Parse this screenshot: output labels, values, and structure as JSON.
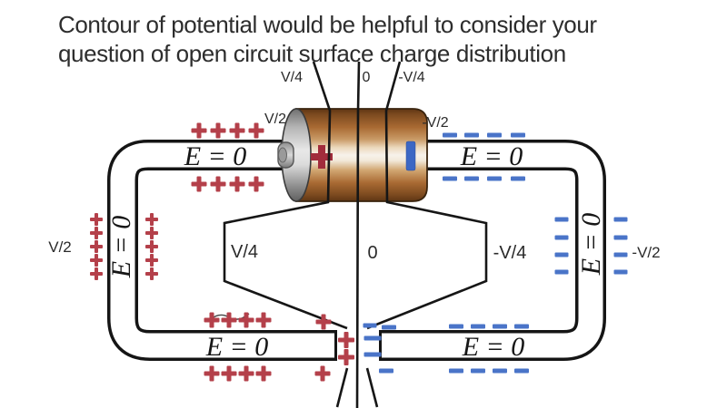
{
  "title": {
    "line1": "Contour of potential would be helpful to consider your",
    "line2": "question of open circuit surface charge distribution"
  },
  "labels": {
    "e_field": {
      "top_left": "E = 0",
      "top_right": "E = 0",
      "left": "E = 0",
      "right": "E = 0",
      "bottom_left": "E = 0",
      "bottom_right": "E = 0"
    },
    "potentials": {
      "top_quarter": "V/4",
      "top_zero": "0",
      "top_neg_quarter": "-V/4",
      "top_half": "V/2",
      "top_neg_half": "-V/2",
      "mid_quarter": "V/4",
      "mid_zero": "0",
      "mid_neg_quarter": "-V/4",
      "left_half": "V/2",
      "right_neg_half": "-V/2"
    }
  },
  "colors": {
    "positive_charge": "#b4404a",
    "negative_charge": "#4a74c8",
    "battery_positive": "#a12c3c",
    "battery_negative_bar": "#3c67c4",
    "wire_outline": "#151515",
    "battery_body": "#a96a33"
  },
  "charges": {
    "plus_marks": [
      [
        219,
        144,
        17
      ],
      [
        240,
        144,
        17
      ],
      [
        261,
        144,
        17
      ],
      [
        282,
        144,
        17
      ],
      [
        219,
        203,
        17
      ],
      [
        240,
        203,
        17
      ],
      [
        261,
        203,
        17
      ],
      [
        282,
        203,
        17
      ],
      [
        106,
        242,
        14
      ],
      [
        106,
        257,
        14
      ],
      [
        106,
        272,
        14
      ],
      [
        106,
        287,
        14
      ],
      [
        106,
        302,
        14
      ],
      [
        167,
        242,
        14
      ],
      [
        167,
        257,
        14
      ],
      [
        167,
        272,
        14
      ],
      [
        167,
        287,
        14
      ],
      [
        167,
        302,
        14
      ],
      [
        233,
        353,
        17
      ],
      [
        252,
        353,
        17
      ],
      [
        271,
        353,
        17
      ],
      [
        290,
        353,
        17
      ],
      [
        233,
        412,
        17
      ],
      [
        252,
        412,
        17
      ],
      [
        271,
        412,
        17
      ],
      [
        290,
        412,
        17
      ],
      [
        356,
        355,
        17
      ],
      [
        381,
        375,
        18
      ],
      [
        381,
        394,
        18
      ],
      [
        355,
        412,
        17
      ]
    ],
    "minus_marks": [
      [
        495,
        149,
        16
      ],
      [
        519,
        149,
        16
      ],
      [
        544,
        149,
        16
      ],
      [
        570,
        149,
        16
      ],
      [
        495,
        197,
        16
      ],
      [
        519,
        197,
        16
      ],
      [
        544,
        197,
        16
      ],
      [
        570,
        197,
        16
      ],
      [
        618,
        242,
        15
      ],
      [
        618,
        262,
        15
      ],
      [
        618,
        281,
        15
      ],
      [
        618,
        300,
        15
      ],
      [
        683,
        242,
        15
      ],
      [
        683,
        262,
        15
      ],
      [
        683,
        281,
        15
      ],
      [
        683,
        300,
        15
      ],
      [
        428,
        361,
        16
      ],
      [
        502,
        360,
        16
      ],
      [
        526,
        360,
        16
      ],
      [
        550,
        360,
        16
      ],
      [
        574,
        360,
        16
      ],
      [
        425,
        409,
        16
      ],
      [
        502,
        409,
        16
      ],
      [
        526,
        409,
        16
      ],
      [
        550,
        409,
        16
      ],
      [
        574,
        409,
        16
      ],
      [
        407,
        359,
        15
      ],
      [
        410,
        373,
        19
      ],
      [
        410,
        391,
        19
      ]
    ]
  }
}
